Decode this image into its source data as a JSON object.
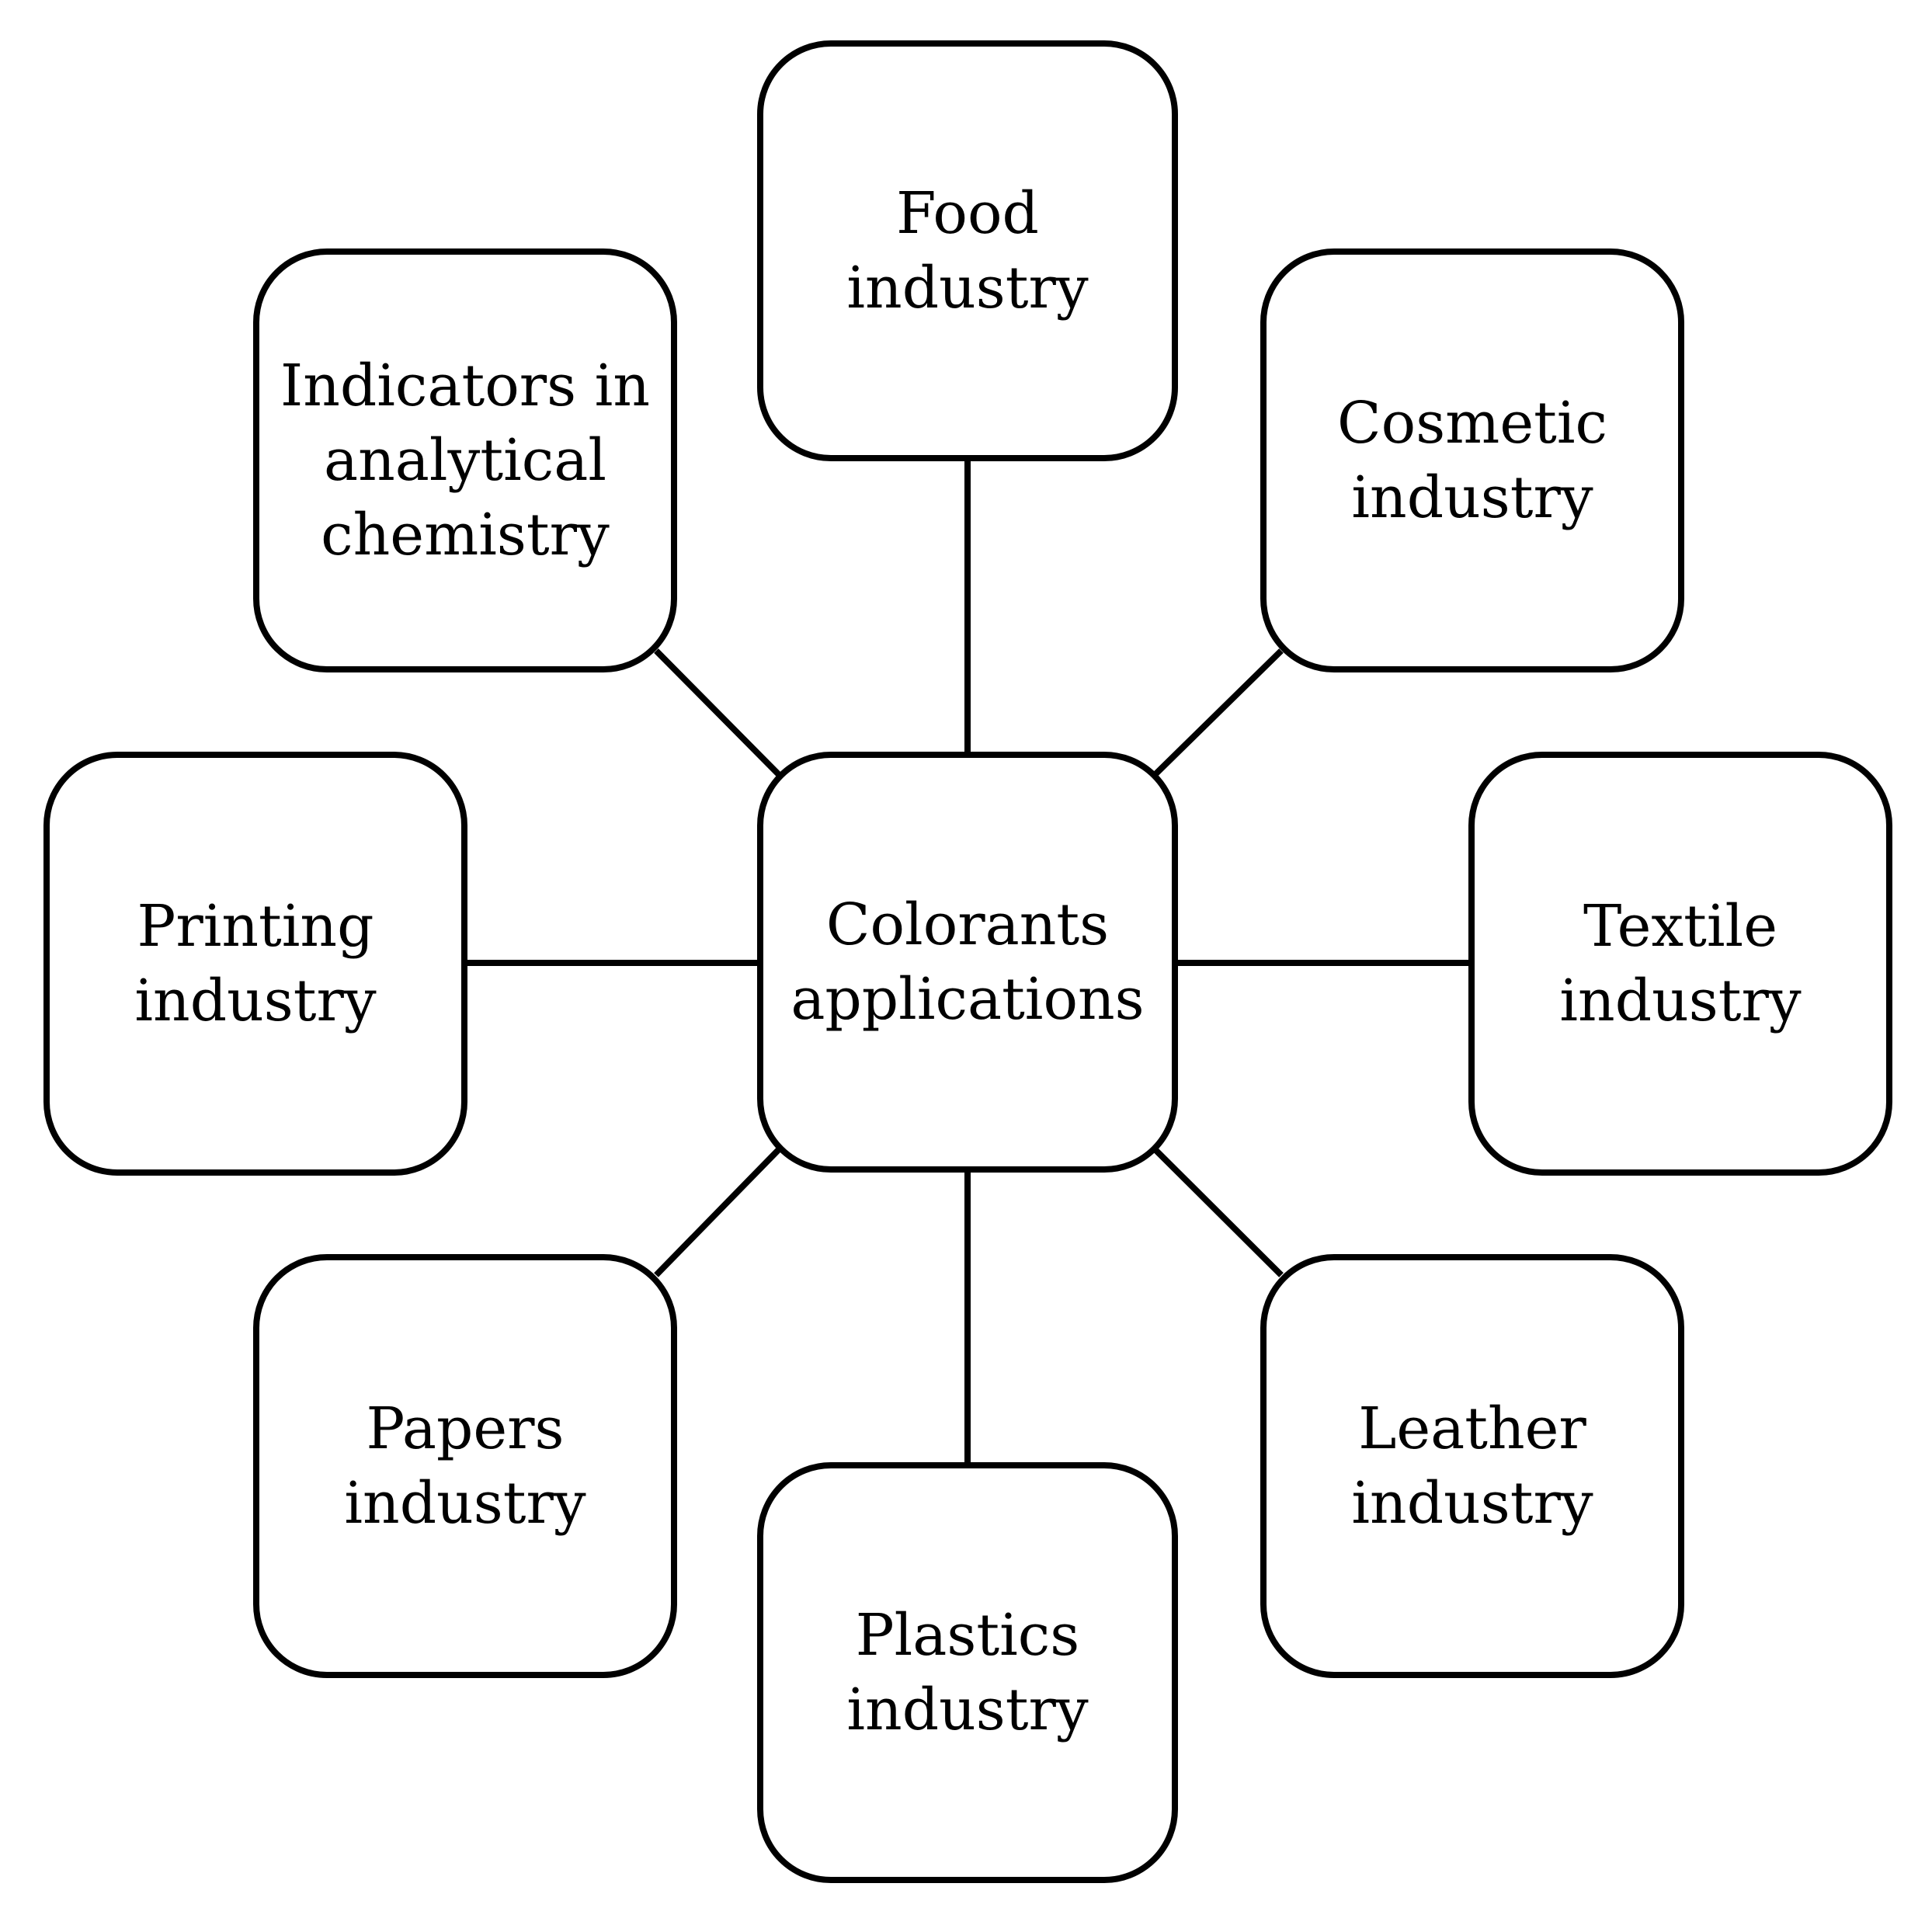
{
  "diagram": {
    "center": {
      "lines": [
        "Colorants",
        "applications"
      ]
    },
    "food": {
      "lines": [
        "Food",
        "industry"
      ]
    },
    "indicators": {
      "lines": [
        "Indicators in",
        "analytical",
        "chemistry"
      ]
    },
    "cosmetic": {
      "lines": [
        "Cosmetic",
        "industry"
      ]
    },
    "printing": {
      "lines": [
        "Printing",
        "industry"
      ]
    },
    "textile": {
      "lines": [
        "Textile",
        "industry"
      ]
    },
    "papers": {
      "lines": [
        "Papers",
        "industry"
      ]
    },
    "leather": {
      "lines": [
        "Leather",
        "industry"
      ]
    },
    "plastics": {
      "lines": [
        "Plastics",
        "industry"
      ]
    }
  },
  "colors": {
    "stroke": "#000000",
    "background": "#ffffff"
  }
}
